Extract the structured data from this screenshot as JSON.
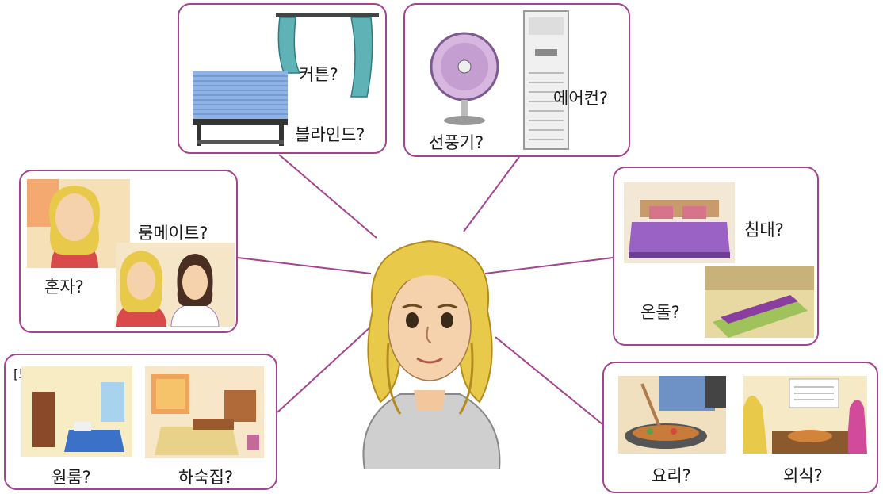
{
  "colors": {
    "border": "#a4448f",
    "connector": "#a4448f",
    "text": "#1a1a1a"
  },
  "cards": {
    "window": {
      "curtain_label": "커튼?",
      "blind_label": "블라인드?",
      "icons": [
        "curtain-icon",
        "blind-icon"
      ]
    },
    "cooling": {
      "fan_label": "선풍기?",
      "aircon_label": "에어컨?",
      "icons": [
        "fan-icon",
        "air-conditioner-icon"
      ]
    },
    "living": {
      "roommate_label": "룸메이트?",
      "alone_label": "혼자?"
    },
    "bed": {
      "bed_label": "침대?",
      "ondol_label": "온돌?"
    },
    "housing": {
      "example_tag": "[보기]",
      "oneroom_label": "원룸?",
      "boarding_label": "하숙집?"
    },
    "meal": {
      "cooking_label": "요리?",
      "eatingout_label": "외식?"
    }
  }
}
